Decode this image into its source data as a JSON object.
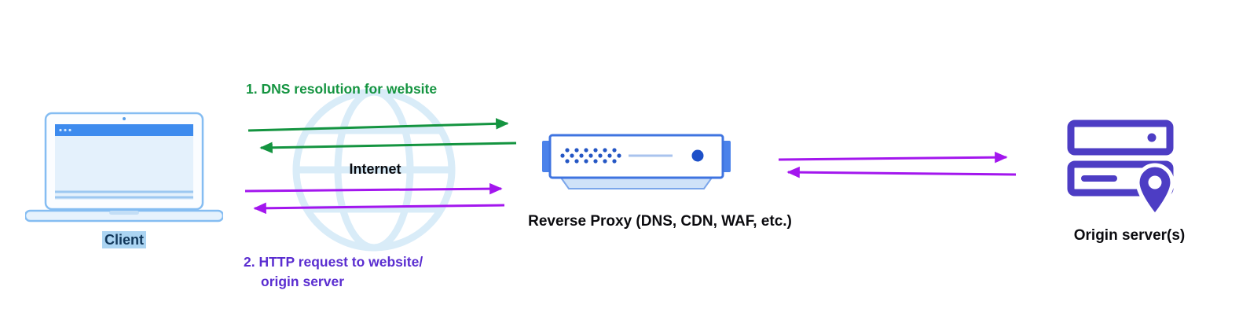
{
  "nodes": {
    "client": {
      "label": "Client",
      "icon": "laptop-icon"
    },
    "internet": {
      "label": "Internet",
      "icon": "globe-watermark-icon"
    },
    "reverse_proxy": {
      "label": "Reverse Proxy (DNS, CDN, WAF, etc.)",
      "icon": "proxy-server-icon"
    },
    "origin": {
      "label": "Origin server(s)",
      "icon": "origin-server-stack-icon"
    }
  },
  "flows": {
    "dns": {
      "label": "1. DNS resolution for website"
    },
    "http": {
      "line1": "2. HTTP request to website/",
      "line2": "origin server"
    }
  },
  "arrows": [
    {
      "name": "dns-request",
      "from": "client",
      "to": "reverse_proxy",
      "direction": "right",
      "color_key": "green"
    },
    {
      "name": "dns-response",
      "from": "reverse_proxy",
      "to": "client",
      "direction": "left",
      "color_key": "green"
    },
    {
      "name": "http-request",
      "from": "client",
      "to": "reverse_proxy",
      "direction": "right",
      "color_key": "purple_arrow"
    },
    {
      "name": "http-response",
      "from": "reverse_proxy",
      "to": "client",
      "direction": "left",
      "color_key": "purple_arrow"
    },
    {
      "name": "proxy-to-origin",
      "from": "reverse_proxy",
      "to": "origin",
      "direction": "right",
      "color_key": "purple_arrow"
    },
    {
      "name": "origin-to-proxy",
      "from": "origin",
      "to": "reverse_proxy",
      "direction": "left",
      "color_key": "purple_arrow"
    }
  ],
  "colors": {
    "green": "#149440",
    "purple_arrow": "#a316ee",
    "purple_text": "#5a2dd0",
    "blue_accent": "#3d8bee",
    "blue_outline": "#85bdf2",
    "indigo": "#4d3dc4",
    "watermark_blue": "#d9ecf8",
    "highlight": "#abd4f2"
  }
}
